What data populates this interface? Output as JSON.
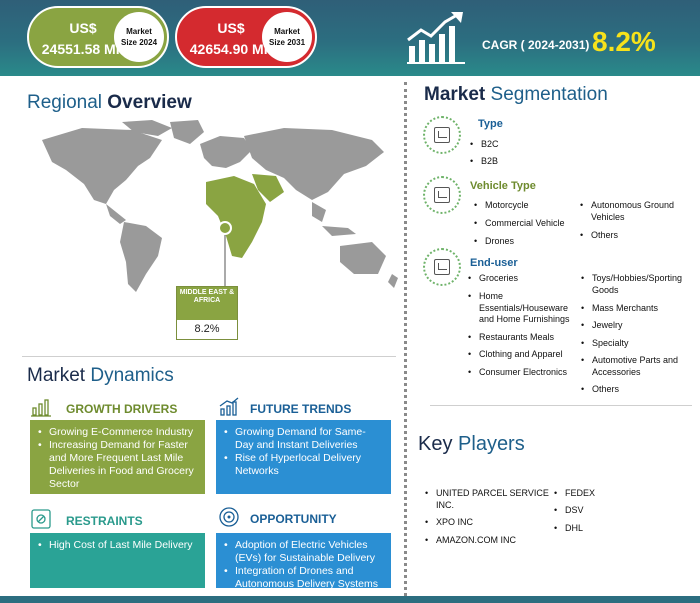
{
  "header": {
    "market_2024": {
      "value": "US$ 24551.58 Mn",
      "label": "Market Size 2024"
    },
    "market_2031": {
      "value": "US$ 42654.90 Mn",
      "label": "Market Size 2031"
    },
    "cagr_label": "CAGR ( 2024-2031)",
    "cagr_value": "8.2%"
  },
  "regional": {
    "title_part1": "Regional ",
    "title_part2": "Overview",
    "region_name": "MIDDLE EAST & AFRICA",
    "region_value": "8.2%"
  },
  "dynamics": {
    "title_part1": "Market ",
    "title_part2": "Dynamics",
    "growth_drivers": {
      "heading": "GROWTH DRIVERS",
      "items": [
        "Growing E-Commerce Industry",
        "Increasing Demand for Faster and More Frequent Last Mile Deliveries in Food and Grocery Sector"
      ]
    },
    "future_trends": {
      "heading": "FUTURE TRENDS",
      "items": [
        "Growing Demand for Same-Day and Instant Deliveries",
        "Rise of Hyperlocal Delivery Networks"
      ]
    },
    "restraints": {
      "heading": "RESTRAINTS",
      "items": [
        "High Cost of Last Mile Delivery"
      ]
    },
    "opportunity": {
      "heading": "OPPORTUNITY",
      "items": [
        "Adoption of Electric Vehicles (EVs) for Sustainable Delivery",
        "Integration of Drones and Autonomous Delivery Systems"
      ]
    }
  },
  "segmentation": {
    "title_part1": "Market ",
    "title_part2": "Segmentation",
    "type": {
      "heading": "Type",
      "items": [
        "B2C",
        "B2B"
      ]
    },
    "vehicle_type": {
      "heading": "Vehicle Type",
      "col1": [
        "Motorcycle",
        "Commercial Vehicle",
        "Drones"
      ],
      "col2": [
        "Autonomous Ground Vehicles",
        "Others"
      ]
    },
    "end_user": {
      "heading": "End-user",
      "col1": [
        "Groceries",
        "Home Essentials/Houseware and Home Furnishings",
        "Restaurants Meals",
        "Clothing and Apparel",
        "Consumer Electronics"
      ],
      "col2": [
        "Toys/Hobbies/Sporting Goods",
        "Mass Merchants",
        "Jewelry",
        "Specialty",
        "Automotive Parts and Accessories",
        "Others"
      ]
    }
  },
  "key_players": {
    "title_part1": "Key ",
    "title_part2": "Players",
    "col1": [
      "UNITED PARCEL SERVICE INC.",
      "XPO INC",
      "AMAZON.COM INC"
    ],
    "col2": [
      "FEDEX",
      "DSV",
      "DHL"
    ]
  },
  "colors": {
    "header_bg": "#2c6e80",
    "green": "#8aa442",
    "red": "#d42a2f",
    "blue": "#2b8fd3",
    "teal": "#2aa396",
    "cagr_yellow": "#f7e21b"
  }
}
